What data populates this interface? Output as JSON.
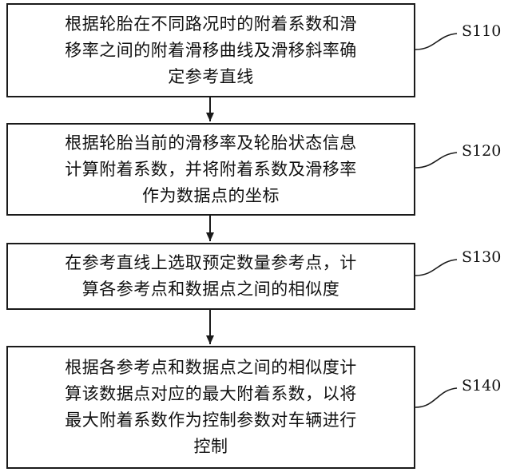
{
  "steps": [
    {
      "id": "S110",
      "text": "根据轮胎在不同路况时的附着系数和滑\n移率之间的附着滑移曲线及滑移斜率确\n定参考直线"
    },
    {
      "id": "S120",
      "text": "根据轮胎当前的滑移率及轮胎状态信息\n计算附着系数，并将附着系数及滑移率\n作为数据点的坐标"
    },
    {
      "id": "S130",
      "text": "在参考直线上选取预定数量参考点，计\n算各参考点和数据点之间的相似度"
    },
    {
      "id": "S140",
      "text": "根据各参考点和数据点之间的相似度计\n算该数据点对应的最大附着系数，以将\n最大附着系数作为控制参数对车辆进行\n控制"
    }
  ]
}
